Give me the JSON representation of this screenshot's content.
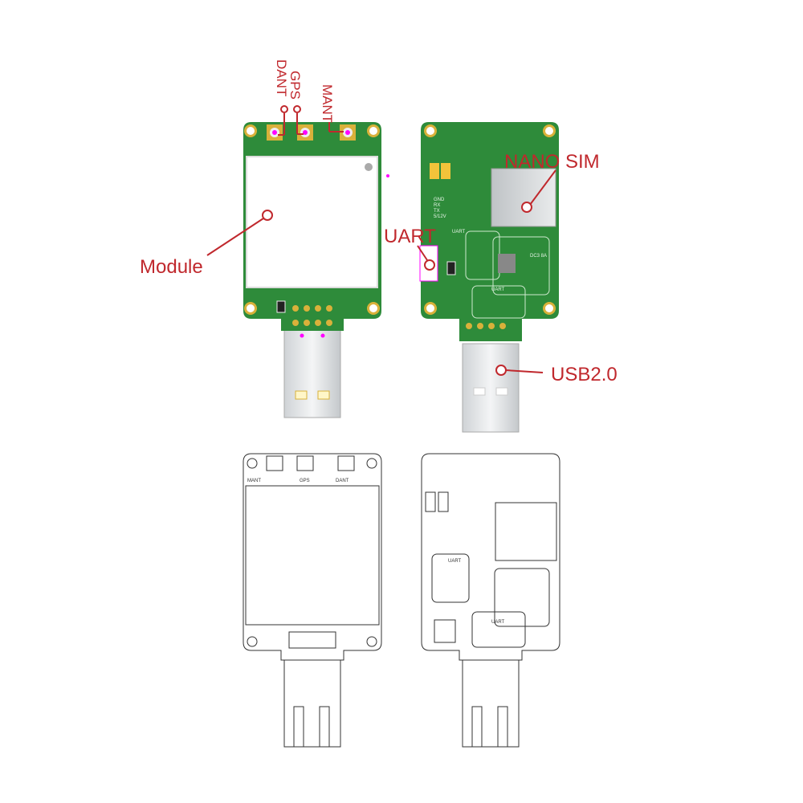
{
  "labels": {
    "module": "Module",
    "dant": "DANT",
    "gps": "GPS",
    "mant": "MANT",
    "nano_sim": "NANO SIM",
    "uart": "UART",
    "usb": "USB2.0"
  },
  "silkscreen": {
    "uart": "UART",
    "pins": [
      "GND",
      "RX",
      "TX",
      "5/12V"
    ],
    "dc": "DC3 8A",
    "gps_bottom": "GPS",
    "mant_bottom": "MANT",
    "dant_bottom": "DANT"
  },
  "colors": {
    "pcb": "#2e8b3a",
    "label": "#c0282d",
    "gold": "#d9b13a",
    "marker": "#ff00ff"
  }
}
